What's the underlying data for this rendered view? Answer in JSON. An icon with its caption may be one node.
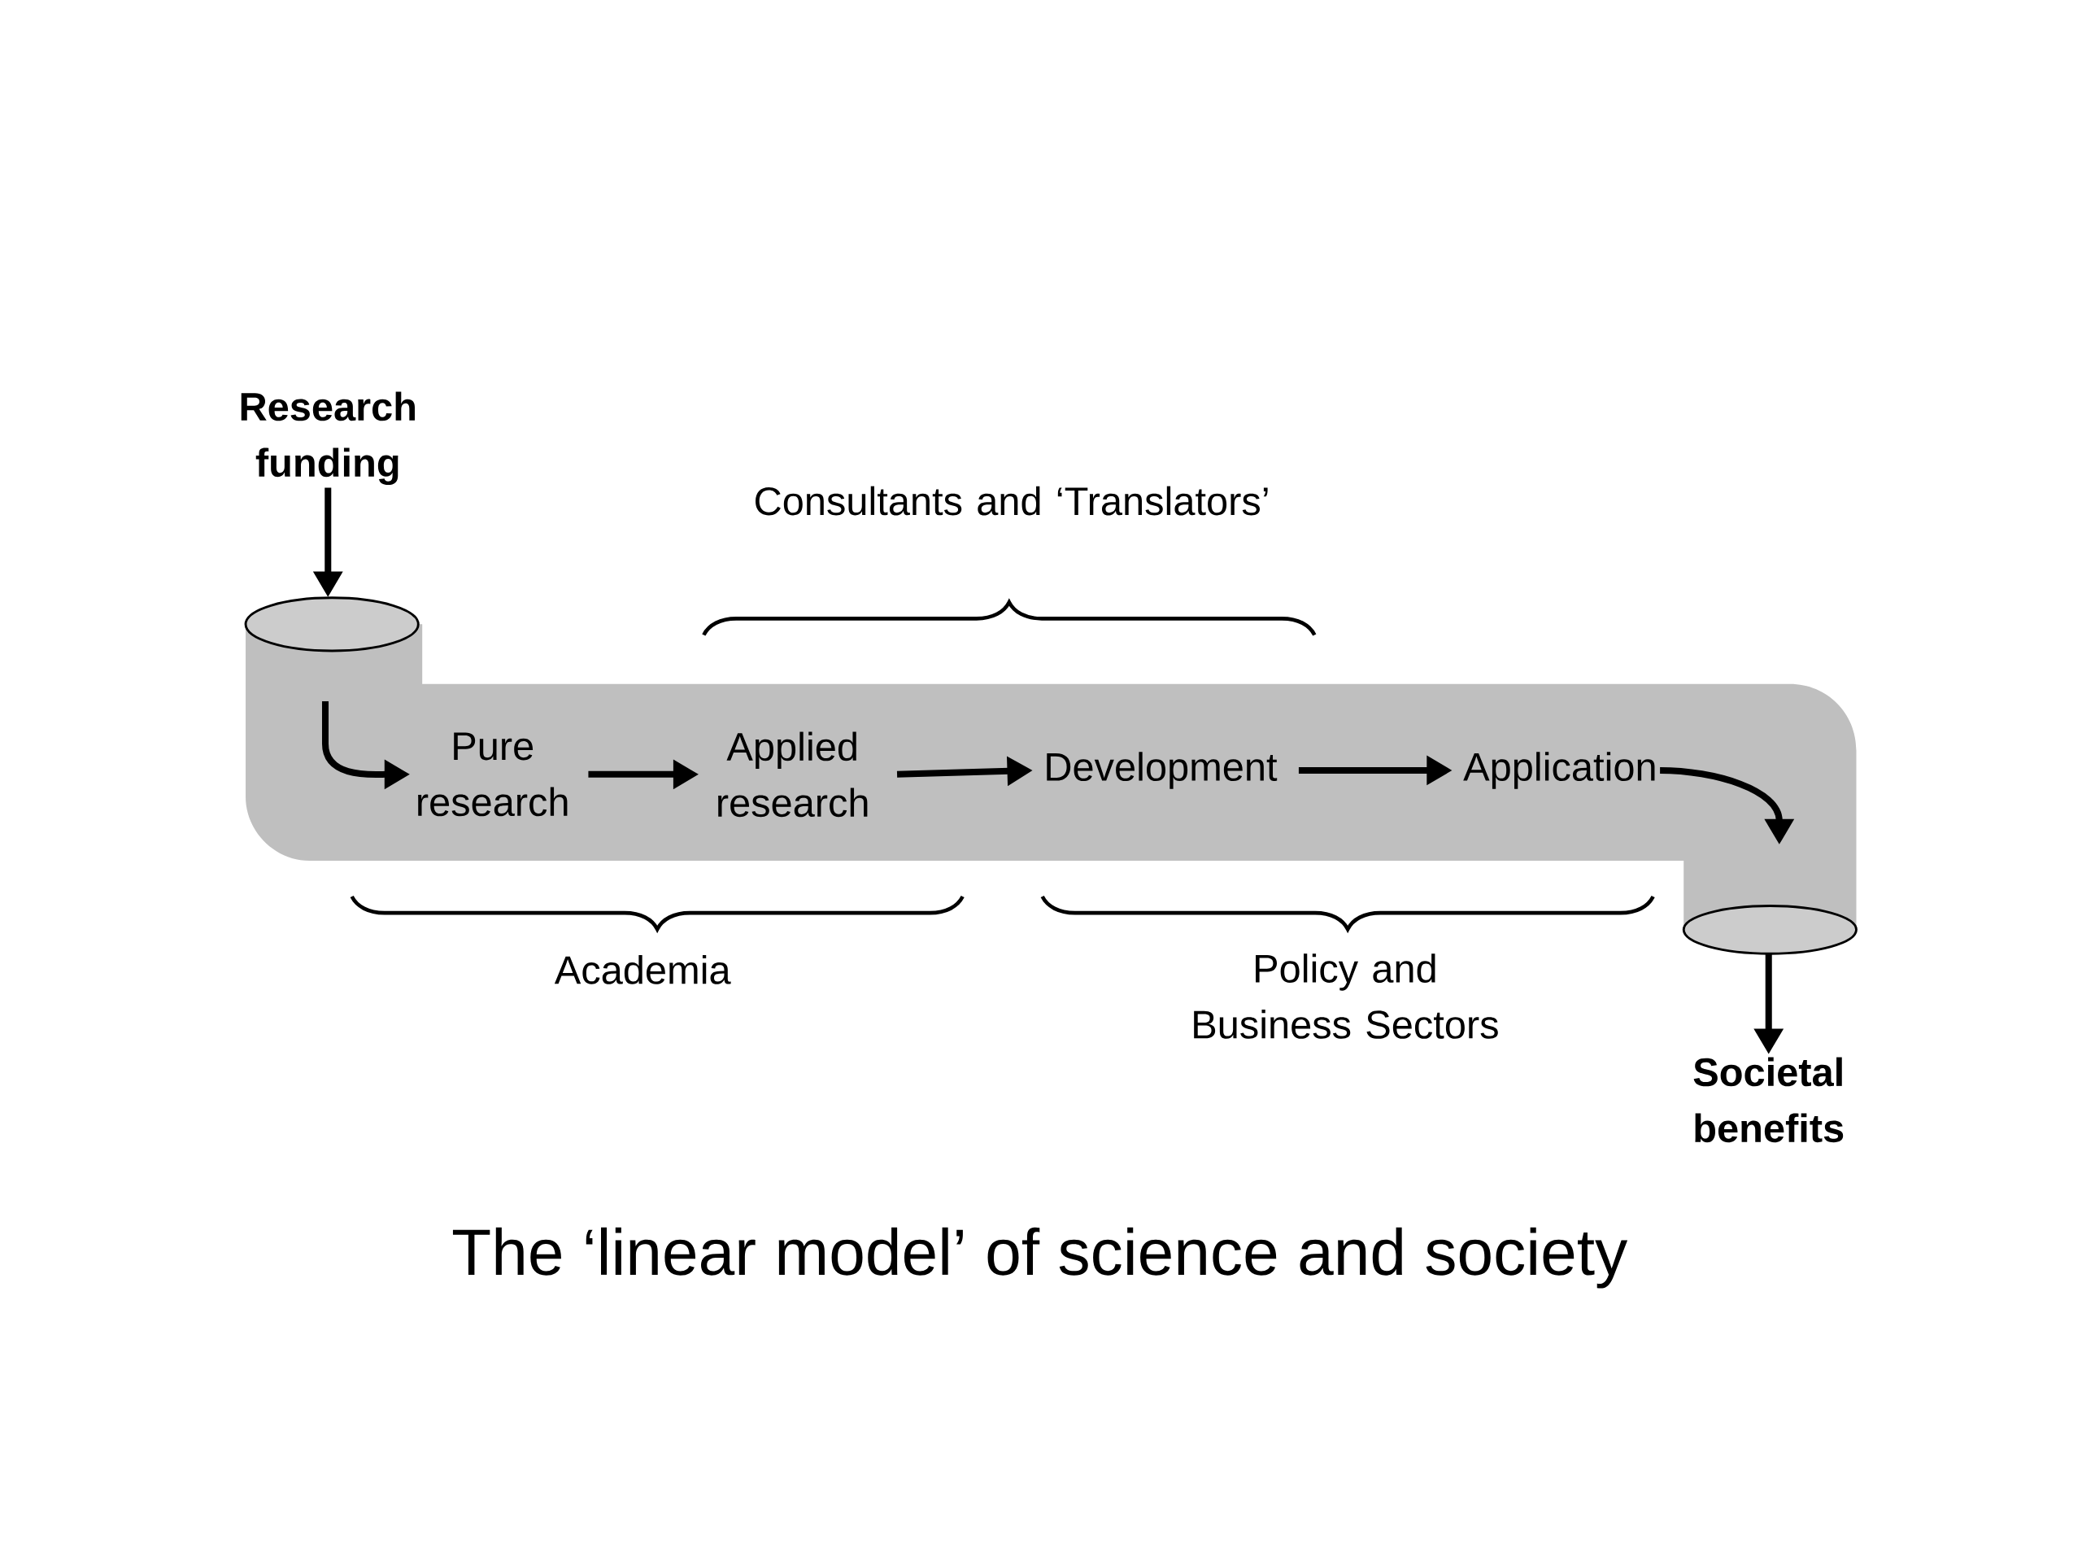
{
  "diagram": {
    "caption": "The ‘linear model’ of science and society",
    "nodes": [
      {
        "text": [
          "Research funding"
        ]
      },
      {
        "text": [],
        "shape": "pipe"
      },
      {
        "text": [
          "Pure research"
        ],
        "in": 1
      },
      {
        "text": [
          "Applied research"
        ],
        "in": 1
      },
      {
        "text": [
          "Development"
        ],
        "in": 1
      },
      {
        "text": [
          "Application"
        ],
        "in": 1
      },
      {
        "text": [
          "Societal benefits"
        ]
      }
    ],
    "edges": [
      {
        "from": 0,
        "to": 1,
        "arrow": "to"
      },
      {
        "from": null,
        "to": 2,
        "arrow": "to"
      },
      {
        "from": 2,
        "to": 3,
        "arrow": "to"
      },
      {
        "from": 3,
        "to": 4,
        "arrow": "to"
      },
      {
        "from": 4,
        "to": 5,
        "arrow": "to"
      },
      {
        "from": 5,
        "to": null,
        "arrow": "to"
      },
      {
        "from": 1,
        "to": 6,
        "arrow": "to"
      }
    ],
    "labels": [
      "Consultants and ‘Translators’",
      "Academia",
      "Policy and Business Sectors"
    ]
  }
}
